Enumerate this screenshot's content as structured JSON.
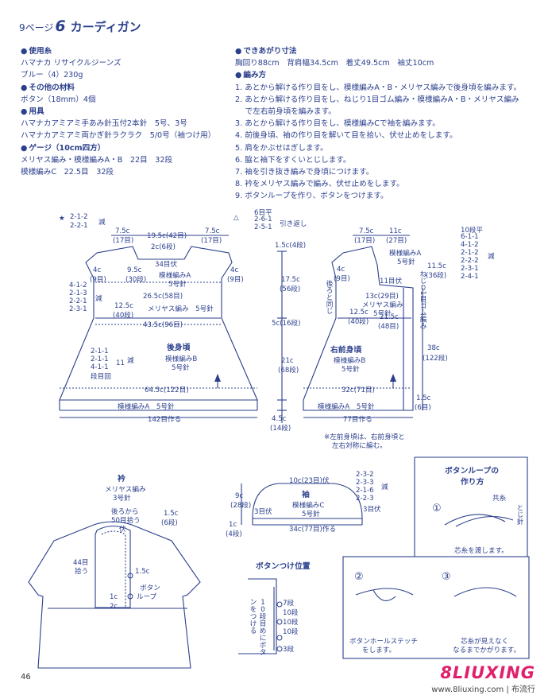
{
  "header": {
    "page_ref": "9ページ",
    "item_number": "6",
    "item_name": "カーディガン"
  },
  "materials": {
    "yarn_heading": "使用糸",
    "yarn_name": "ハマナカ リサイクルジーンズ",
    "yarn_color": "ブルー（4）230g",
    "other_heading": "その他の材料",
    "other_value": "ボタン（18mm）4個",
    "tools_heading": "用具",
    "tools_1": "ハマナカアミアミ手あみ針玉付2本針　5号、3号",
    "tools_2": "ハマナカアミアミ両かぎ針ラクラク　5/0号（袖つけ用）",
    "gauge_heading": "ゲージ（10cm四方）",
    "gauge_1": "メリヤス編み・模様編みA・B　22目　32段",
    "gauge_2": "模様編みC　22.5目　32段"
  },
  "finished": {
    "heading": "できあがり寸法",
    "value": "胸回り88cm　背肩幅34.5cm　着丈49.5cm　袖丈10cm"
  },
  "instructions": {
    "heading": "編み方",
    "steps": [
      "1. あとから解ける作り目をし、模様編みA・B・メリヤス編みで後身頃を編みます。",
      "2. あとから解ける作り目をし、ねじり1目ゴム編み・模様編みA・B・メリヤス編み",
      "　 で左右前身頃を編みます。",
      "3. あとから解ける作り目をし、模様編みCで袖を編みます。",
      "4. 前後身頃、袖の作り目を解いて目を拾い、伏せ止めをします。",
      "5. 肩をかぶせはぎします。",
      "6. 脇と袖下をすくいとじします。",
      "7. 袖を引き抜き編みで身頃につけます。",
      "8. 衿をメリヤス編みで編み、伏せ止めをします。",
      "9. ボタンループを作り、ボタンをつけます。"
    ]
  },
  "back": {
    "title": "後身頃",
    "sub1": "模様編みB",
    "sub2": "5号針",
    "shoulder_dec1": "2-1-2",
    "shoulder_dec2": "2-2-1",
    "shoulder_dec_label": "減",
    "shoulder_w": "7.5c",
    "shoulder_st": "(17目)",
    "neck_w": "19.5c(42目)",
    "neck_inner": "2c(6段)",
    "neck_cast": "34目伏",
    "yoke_h": "9.5c",
    "yoke_rows": "(30段)",
    "yoke_pat": "模様編みA",
    "yoke_needle": "5号針",
    "arm_h": "4c",
    "arm_rows": "(9目)",
    "arm_dec": [
      "4-1-2",
      "2-1-3",
      "2-2-1",
      "2-3-1"
    ],
    "arm_dec_label": "減",
    "chest_w": "26.5c(58目)",
    "body_h": "12.5c",
    "body_rows": "(40段)",
    "body_pat": "メリヤス編み　5号針",
    "waist_w": "43.5c(96目)",
    "skirt_dec": [
      "2-1-1",
      "2-1-1",
      "4-1-1",
      "段目回"
    ],
    "skirt_dec_x": "11",
    "skirt_dec_label": "減",
    "hem_w": "64.5c(122目)",
    "hem_pat": "模様編みA　5号針",
    "cast_on": "142目作る"
  },
  "legend_back": {
    "star": "★",
    "tri": "△",
    "tri_rows": [
      "6目平",
      "2-6-1",
      "2-5-1"
    ],
    "tri_label": "引き返し"
  },
  "dims_mid": {
    "d1": "1.5c(4段)",
    "d2": "17.5c",
    "d2r": "(56段)",
    "d3": "5c(16段)",
    "d4": "21c",
    "d4r": "(68段)",
    "d5": "4.5c",
    "d5r": "(14段)"
  },
  "front": {
    "title": "右前身頃",
    "sub1": "模様編みB",
    "sub2": "5号針",
    "shoulder_w": "7.5c",
    "shoulder_st": "(17目)",
    "neck_w": "11c",
    "neck_st": "(27目)",
    "neck_rows": [
      "10段平",
      "6-1-1",
      "4-1-2",
      "2-1-2",
      "2-2-2",
      "2-3-1",
      "2-4-1"
    ],
    "neck_dec_label": "減",
    "neck_h": "11.5c",
    "neck_hr": "(36段)",
    "yoke_pat": "模様編みA",
    "yoke_needle": "5号針",
    "cast11": "11目伏",
    "arm_h": "4c",
    "arm_rows": "(9目)",
    "same_back": "後ろと同じ",
    "chest": "13c(29目)",
    "body_pat": "メリヤス編み",
    "body_needle": "5号針",
    "body_h": "12.5c",
    "body_rows": "(40段)",
    "body_w": "21.5c",
    "body_st": "(48目)",
    "rib": "ねじり1目ゴム編み",
    "total_h": "38c",
    "total_hr": "(122段)",
    "hem": "32c(71目)",
    "hem_pat": "模様編みA　5号針",
    "band_h": "1.5c",
    "band_hr": "(6目)",
    "cast_on": "77目作る",
    "note1": "※左前身頃は、右前身頃と",
    "note2": "左右対称に編む。"
  },
  "collar": {
    "title": "衿",
    "pat": "メリヤス編み",
    "needle": "3号針",
    "pick1": "後ろから",
    "pick2": "50目拾う",
    "pick3": "伏",
    "h1": "1.5c",
    "h1r": "(6段)",
    "pick_front1": "44目",
    "pick_front2": "拾う",
    "w1": "1.5c",
    "loop1": "ボタン",
    "loop2": "ループ",
    "gap1": "1c",
    "gap2": "2c"
  },
  "sleeve": {
    "title": "袖",
    "pat": "模様編みC",
    "needle": "5号針",
    "top_w": "10c(23目)伏",
    "dec": [
      "2-3-2",
      "2-3-3",
      "2-1-6",
      "2-2-3"
    ],
    "dec_label": "減",
    "h": "9c",
    "hr": "(28段)",
    "cast3": "3目伏",
    "cast3b": "3目伏",
    "hem_h": "1c",
    "hem_hr": "(4段)",
    "cast_on": "34c(77目)作る"
  },
  "button_pos": {
    "title": "ボタンつけ位置",
    "rows": [
      "7段",
      "10段",
      "10段",
      "10段",
      "3段"
    ],
    "side": [
      "1",
      "0",
      "段",
      "目",
      "め",
      "に",
      "ボ",
      "タ",
      "ン",
      "を",
      "つ",
      "け",
      "る"
    ]
  },
  "loop_box": {
    "title1": "ボタンループの",
    "title2": "作り方",
    "step1": "①",
    "step2": "②",
    "step3": "③",
    "yarn": "共糸",
    "toji": "とじ針",
    "cap1": "芯糸を渡します。",
    "cap2a": "ボタンホールステッチ",
    "cap2b": "をします。",
    "cap3a": "芯糸が見えなく",
    "cap3b": "なるまでかがります。"
  },
  "footer": {
    "page_number": "46",
    "wm_logo": "8LIUXING",
    "wm_url": "www.8liuxing.com | 布流行"
  },
  "colors": {
    "ink": "#2b3f8c",
    "wm": "#e0206c"
  }
}
